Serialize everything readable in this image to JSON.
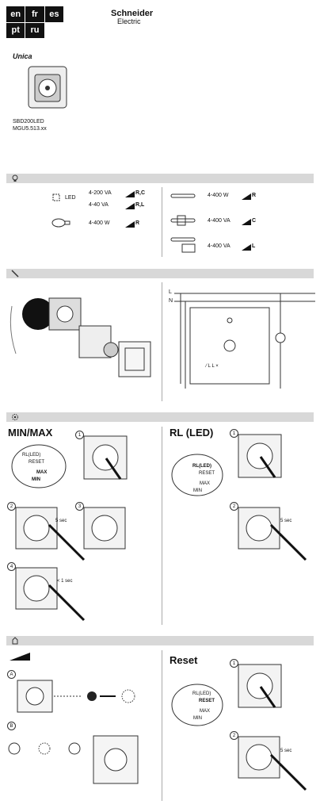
{
  "languages": [
    "en",
    "fr",
    "es",
    "pt",
    "ru"
  ],
  "brand": {
    "name": "Schneider",
    "sub": "Electric"
  },
  "product": {
    "series": "Unica",
    "model1": "SBD200LED",
    "model2": "MGU5.513.xx"
  },
  "loads": {
    "led_label": "LED",
    "led_rows": [
      {
        "range": "4-200 VA",
        "code": "R,C"
      },
      {
        "range": "4-40 VA",
        "code": "R,L"
      }
    ],
    "inc": {
      "range": "4-400 W",
      "code": "R"
    },
    "halogen": {
      "range": "4-400 W",
      "code": "R"
    },
    "ferro": {
      "range": "4-400 VA",
      "code": "C"
    },
    "elec": {
      "range": "4-400 VA",
      "code": "L"
    }
  },
  "wiring": {
    "l": "L",
    "n": "N",
    "terminals": "⁄ L L ×"
  },
  "settings": {
    "minmax_title": "MIN/MAX",
    "rl_title": "RL (LED)",
    "menu": {
      "rl": "RL(LED)",
      "reset": "RESET",
      "max": "MAX",
      "min": "MIN"
    },
    "five_sec": "5 sec",
    "one_sec": "< 1 sec",
    "steps": [
      "1",
      "2",
      "3",
      "4"
    ],
    "reset_title": "Reset",
    "usage_steps": [
      "A",
      "B"
    ]
  },
  "colors": {
    "bar": "#d8d8d8",
    "ink": "#111111"
  }
}
